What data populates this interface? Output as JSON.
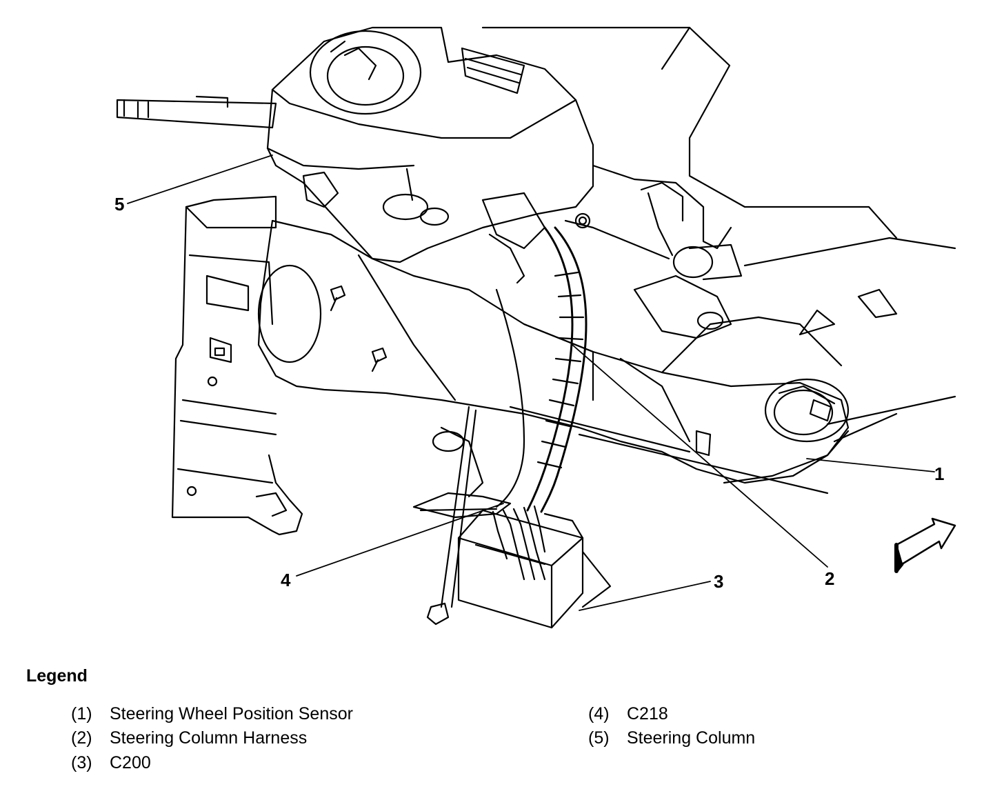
{
  "callouts": {
    "c1": "1",
    "c2": "2",
    "c3": "3",
    "c4": "4",
    "c5": "5"
  },
  "legend": {
    "title": "Legend",
    "items": [
      {
        "num": "(1)",
        "label": "Steering Wheel Position Sensor"
      },
      {
        "num": "(2)",
        "label": "Steering Column Harness"
      },
      {
        "num": "(3)",
        "label": "C200"
      },
      {
        "num": "(4)",
        "label": "C218"
      },
      {
        "num": "(5)",
        "label": "Steering Column"
      }
    ]
  }
}
